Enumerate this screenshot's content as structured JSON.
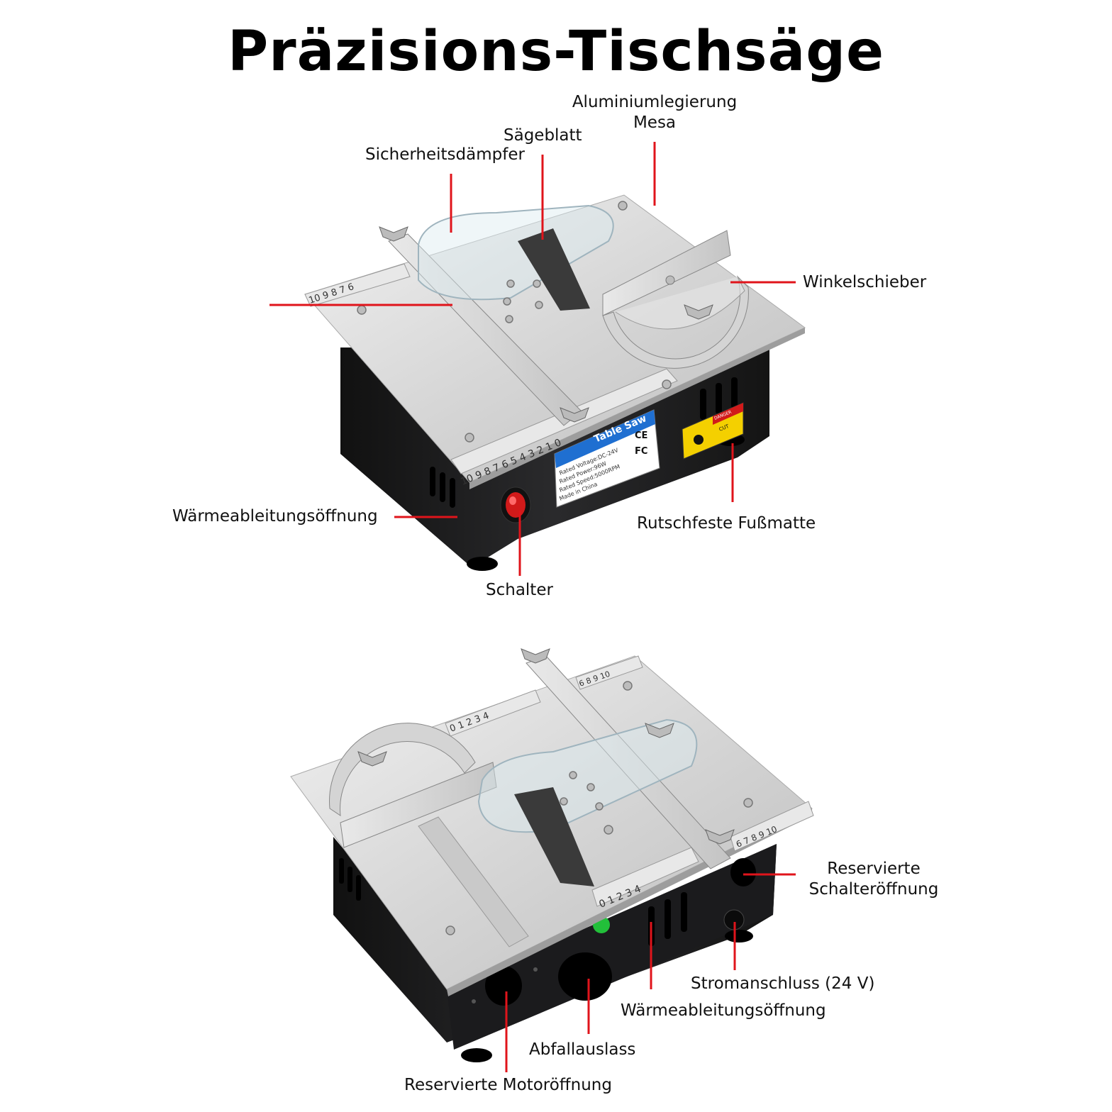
{
  "title": "Präzisions-Tischsäge",
  "labels": {
    "aluminium_line1": "Aluminiumlegierung",
    "aluminium_line2": "Mesa",
    "saegeblatt": "Sägeblatt",
    "sicherheitsdaempfer": "Sicherheitsdämpfer",
    "winkelschieber": "Winkelschieber",
    "waermeableitung_top": "Wärmeableitungsöffnung",
    "rutschfeste": "Rutschfeste Fußmatte",
    "schalter": "Schalter",
    "reservierte_schalter_line1": "Reservierte",
    "reservierte_schalter_line2": "Schalteröffnung",
    "stromanschluss": "Stromanschluss (24 V)",
    "waermeableitung_bottom": "Wärmeableitungsöffnung",
    "abfallauslass": "Abfallauslass",
    "reservierte_motor": "Reservierte Motoröffnung"
  },
  "device_label": {
    "brand": "Table Saw",
    "line1": "Rated Voltage:DC-24V",
    "line2": "Rated Power:96W",
    "line3": "Rated Speed:5000RPM",
    "line4": "Made in China",
    "ce": "CE",
    "fc": "FC"
  },
  "warning": {
    "danger": "DANGER",
    "cut": "CUT"
  },
  "ruler_numbers": [
    "10",
    "9",
    "8",
    "7",
    "6",
    "5",
    "4",
    "3",
    "2",
    "1",
    "0"
  ],
  "colors": {
    "leader": "#e0141b",
    "aluminium": "#d9d9d9",
    "body": "#1c1c1e",
    "switch": "#d11a1a",
    "warning": "#f4d000",
    "label_blue": "#1f6fd1"
  }
}
